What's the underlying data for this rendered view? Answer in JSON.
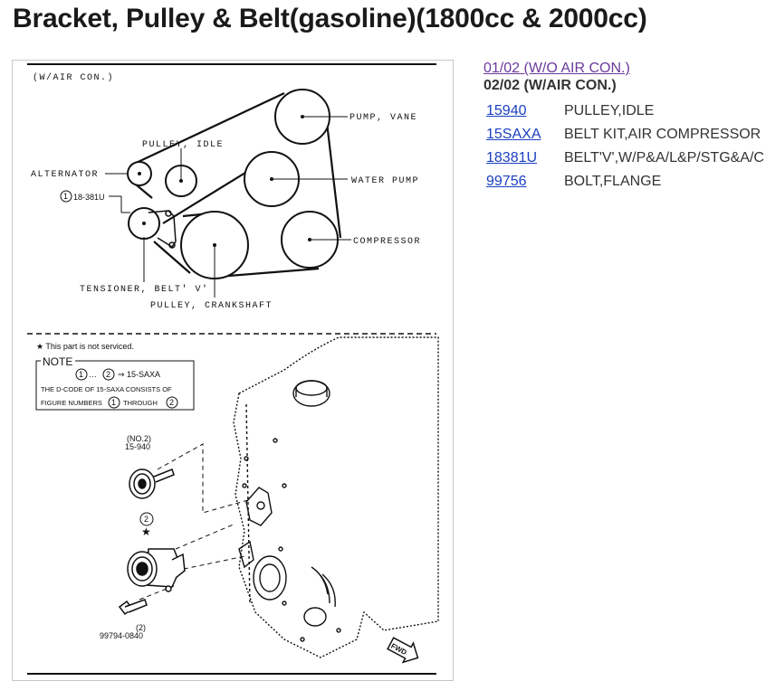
{
  "page": {
    "title": "Bracket, Pulley & Belt(gasoline)(1800cc & 2000cc)"
  },
  "diagram": {
    "header": "(W/AIR CON.)",
    "labels": {
      "pump_vane": "PUMP, VANE",
      "pulley_idle": "PULLEY, IDLE",
      "alternator": "ALTERNATOR",
      "water_pump": "WATER PUMP",
      "compressor": "COMPRESSOR",
      "ref_18381u": "18-381U",
      "tensioner": "TENSIONER, BELT' V'",
      "crankshaft": "PULLEY, CRANKSHAFT"
    },
    "circled_1": "1",
    "circled_2": "2",
    "not_serviced": "★ This part is not serviced.",
    "note_title": "NOTE",
    "note_mid": "⇒ 15-SAXA",
    "note_line1": "THE D-CODE OF 15-SAXA CONSISTS OF",
    "note_line2a": "FIGURE NUMBERS",
    "note_line2b": "THROUGH",
    "no2_label": "(NO.2)",
    "part_15940": "15-940",
    "part_99794_qty": "(2)",
    "part_99794": "99794-0840",
    "star": "★",
    "fwd": "FWD"
  },
  "sidebar": {
    "views": [
      {
        "label": "01/02 (W/O AIR CON.)",
        "link": true
      },
      {
        "label": "02/02 (W/AIR CON.)",
        "link": false
      }
    ],
    "parts": [
      {
        "number": "15940",
        "description": "PULLEY,IDLE"
      },
      {
        "number": "15SAXA",
        "description": "BELT KIT,AIR COMPRESSOR"
      },
      {
        "number": "18381U",
        "description": "BELT'V',W/P&A/L&P/STG&A/C"
      },
      {
        "number": "99756",
        "description": "BOLT,FLANGE"
      }
    ]
  }
}
